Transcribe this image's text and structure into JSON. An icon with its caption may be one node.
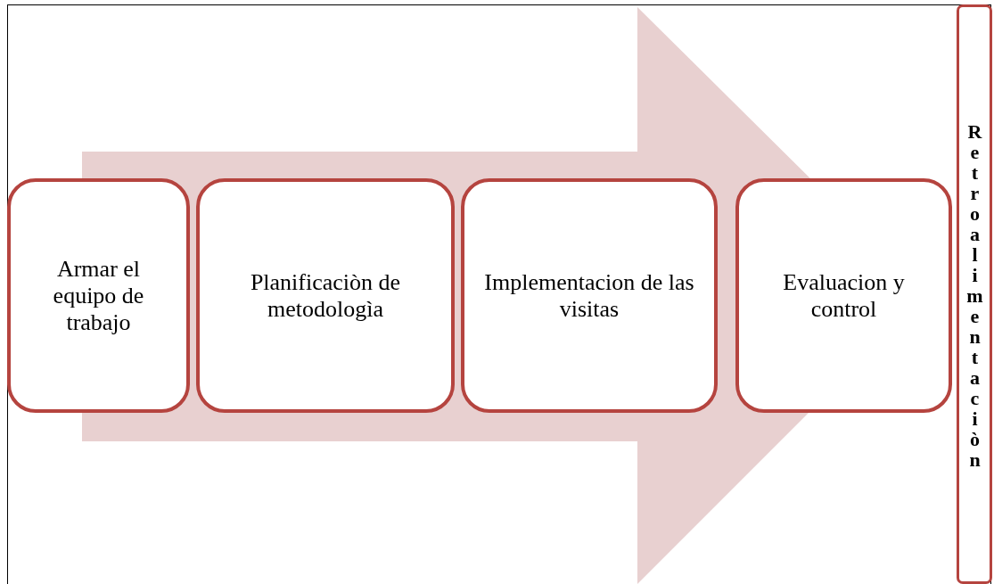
{
  "diagram": {
    "nodes": [
      {
        "text": [
          "Armar el equipo de trabajo"
        ]
      },
      {
        "text": [
          "Planificaciòn de metodologìa"
        ]
      },
      {
        "text": [
          "Implementacion de las visitas"
        ]
      },
      {
        "text": [
          "Evaluacion y control"
        ]
      },
      {
        "text": [
          "Retroalimentaciòn"
        ]
      }
    ],
    "edges": [
      {
        "from": 0,
        "to": 3,
        "arrow": "to"
      }
    ]
  }
}
